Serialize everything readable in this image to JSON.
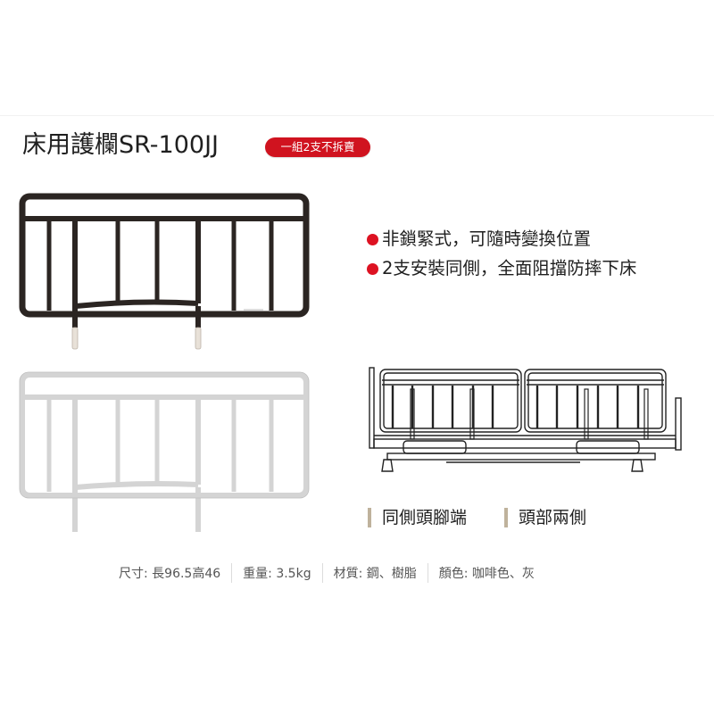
{
  "product": {
    "title": "床用護欄SR-100JJ",
    "badge": "一組2支不拆賣",
    "badge_color": "#d0131f"
  },
  "features": [
    {
      "bullet_color": "#dd1222",
      "text": "非鎖緊式，可隨時變換位置"
    },
    {
      "bullet_color": "#dd1222",
      "text": "2支安裝同側，全面阻擋防摔下床"
    }
  ],
  "images": [
    {
      "alt": "side-rail-coffee",
      "color": "#2b2522"
    },
    {
      "alt": "side-rail-grey",
      "color": "#d8d8d8"
    },
    {
      "alt": "bed-installation-diagram"
    }
  ],
  "installation_captions": [
    {
      "bar_color": "#bfb29c",
      "text": "同側頭腳端"
    },
    {
      "bar_color": "#bfb29c",
      "text": "頭部兩側"
    }
  ],
  "specs": [
    {
      "text": "尺寸: 長96.5高46"
    },
    {
      "text": "重量: 3.5kg"
    },
    {
      "text": "材質: 鋼、樹脂"
    },
    {
      "text": "顏色: 咖啡色、灰"
    }
  ]
}
